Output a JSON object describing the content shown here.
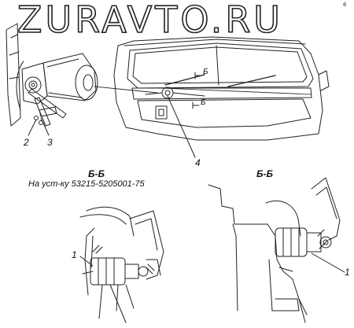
{
  "watermark": "ZURAVTO.RU",
  "corner_note": "6",
  "callouts": {
    "c1": "1",
    "c2": "2",
    "c3": "3",
    "c4": "4",
    "c1_right": "1"
  },
  "section_marks": {
    "top": "Б",
    "bottom": "Б"
  },
  "section_left": {
    "title": "Б-Б",
    "note": "На уст-ку 53215-5205001-75"
  },
  "section_right": {
    "title": "Б-Б"
  },
  "colors": {
    "ink": "#222222",
    "paper": "#ffffff"
  }
}
